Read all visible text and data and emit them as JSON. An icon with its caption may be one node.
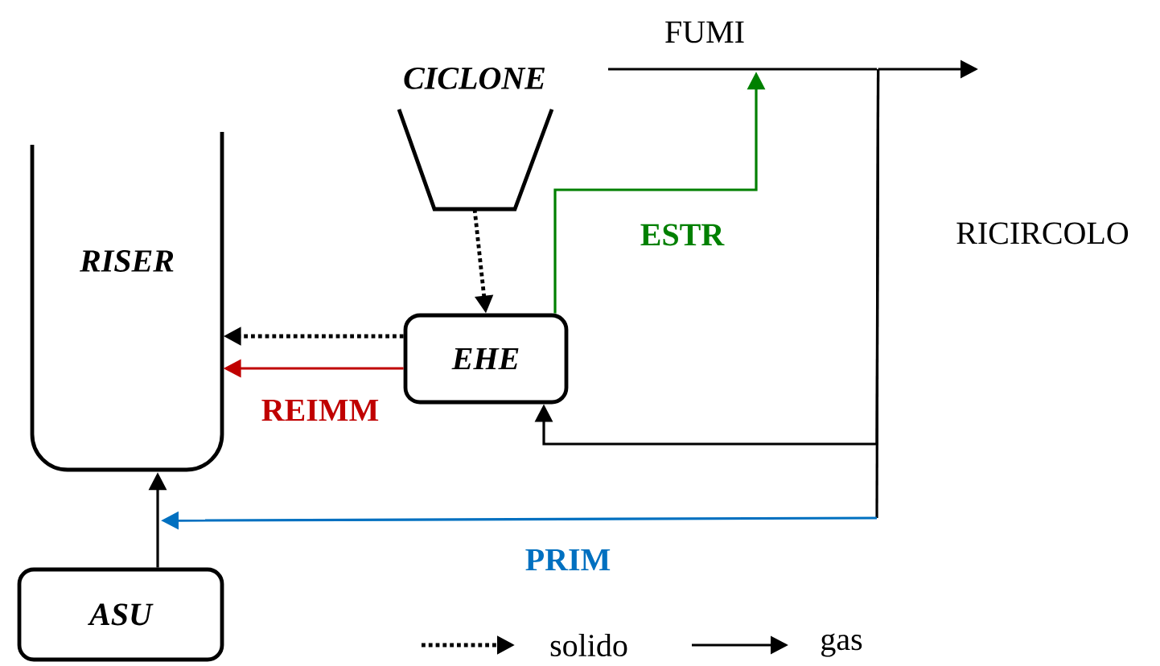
{
  "diagram": {
    "nodes": [
      {
        "text": [
          "RISER"
        ]
      },
      {
        "text": [
          "CICLONE"
        ]
      },
      {
        "text": [
          "EHE"
        ]
      },
      {
        "text": [
          "ASU"
        ]
      },
      {
        "text": [],
        "shape": "bar",
        "beside": [
          "FUMI"
        ]
      }
    ],
    "edges": [
      {
        "from": 1,
        "to": 2,
        "arrow": "to",
        "style": "dashed"
      },
      {
        "from": 2,
        "to": 0,
        "arrow": "to",
        "style": "dashed"
      },
      {
        "from": 2,
        "to": 0,
        "arrow": "to",
        "label": "REIMM",
        "color": "#c00000"
      },
      {
        "from": 3,
        "to": 0,
        "arrow": "to"
      },
      {
        "from": 2,
        "to": 4,
        "arrow": "to",
        "label": "ESTR",
        "color": "#008000"
      },
      {
        "from": 4,
        "to": null,
        "arrow": "to"
      },
      {
        "from": 4,
        "to": 2,
        "arrow": "to"
      },
      {
        "from": 4,
        "to": 0,
        "arrow": "to",
        "label": "PRIM",
        "color": "#0070c0"
      }
    ],
    "labels": [
      "RICIRCOLO"
    ],
    "legend": [
      {
        "text": "solido"
      },
      {
        "text": "gas"
      }
    ]
  }
}
